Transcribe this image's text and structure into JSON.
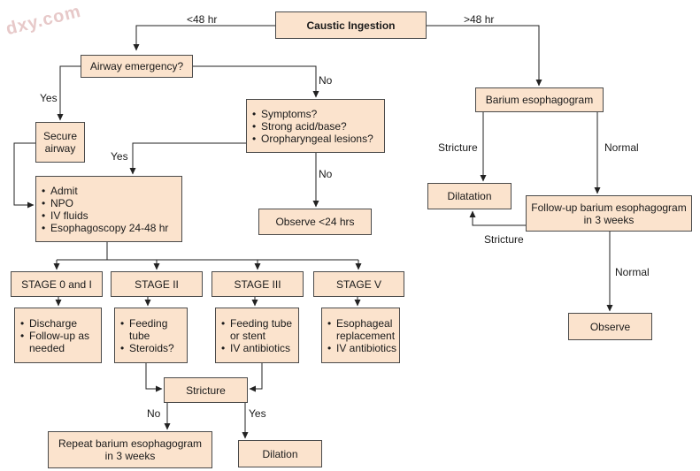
{
  "watermark": "dxy.com",
  "nodes": {
    "caustic": "Caustic Ingestion",
    "airway": "Airway emergency?",
    "secure": [
      "Secure",
      "airway"
    ],
    "symptoms": [
      "Symptoms?",
      "Strong acid/base?",
      "Oropharyngeal lesions?"
    ],
    "admit": [
      "Admit",
      "NPO",
      "IV fluids",
      "Esophagoscopy 24-48 hr"
    ],
    "observe24": "Observe <24 hrs",
    "barium": "Barium esophagogram",
    "dilatation": "Dilatation",
    "followup": [
      "Follow-up barium esophagogram",
      "in 3 weeks"
    ],
    "observe": "Observe",
    "stage0": "STAGE 0 and I",
    "stage2": "STAGE II",
    "stage3": "STAGE III",
    "stage5": "STAGE V",
    "stage0_items": [
      "Discharge",
      "Follow-up as needed"
    ],
    "stage2_items": [
      "Feeding tube",
      "Steroids?"
    ],
    "stage3_items": [
      "Feeding tube or stent",
      "IV antibiotics"
    ],
    "stage5_items": [
      "Esophageal replacement",
      "IV antibiotics"
    ],
    "stricture": "Stricture",
    "repeat": [
      "Repeat barium esophagogram",
      "in 3 weeks"
    ],
    "dilation": "Dilation"
  },
  "edge_labels": {
    "lt48": "<48 hr",
    "gt48": ">48 hr",
    "airway_yes": "Yes",
    "airway_no": "No",
    "symptoms_yes": "Yes",
    "symptoms_no": "No",
    "stricture_left": "Stricture",
    "normal_right": "Normal",
    "followup_stricture": "Stricture",
    "followup_normal": "Normal",
    "stricture_no": "No",
    "stricture_yes": "Yes"
  }
}
